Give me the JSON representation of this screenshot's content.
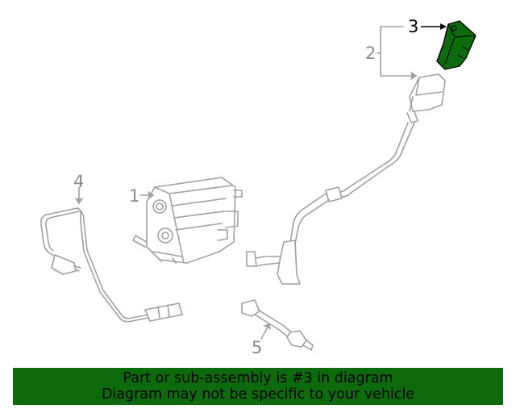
{
  "colors": {
    "line": "#a0a0a0",
    "highlight_fill": "#0d6b0d",
    "highlight_stroke": "#000000",
    "banner_bg": "#0d6b0d",
    "banner_text": "#000000",
    "callout_gray": "#8a8a8a",
    "callout_active": "#000000"
  },
  "callouts": {
    "c1": "1",
    "c2": "2",
    "c3": "3",
    "c4": "4",
    "c5": "5"
  },
  "banner": {
    "line1": "Part or sub-assembly is #3 in diagram",
    "line2": "Diagram may not be specific to your vehicle"
  }
}
